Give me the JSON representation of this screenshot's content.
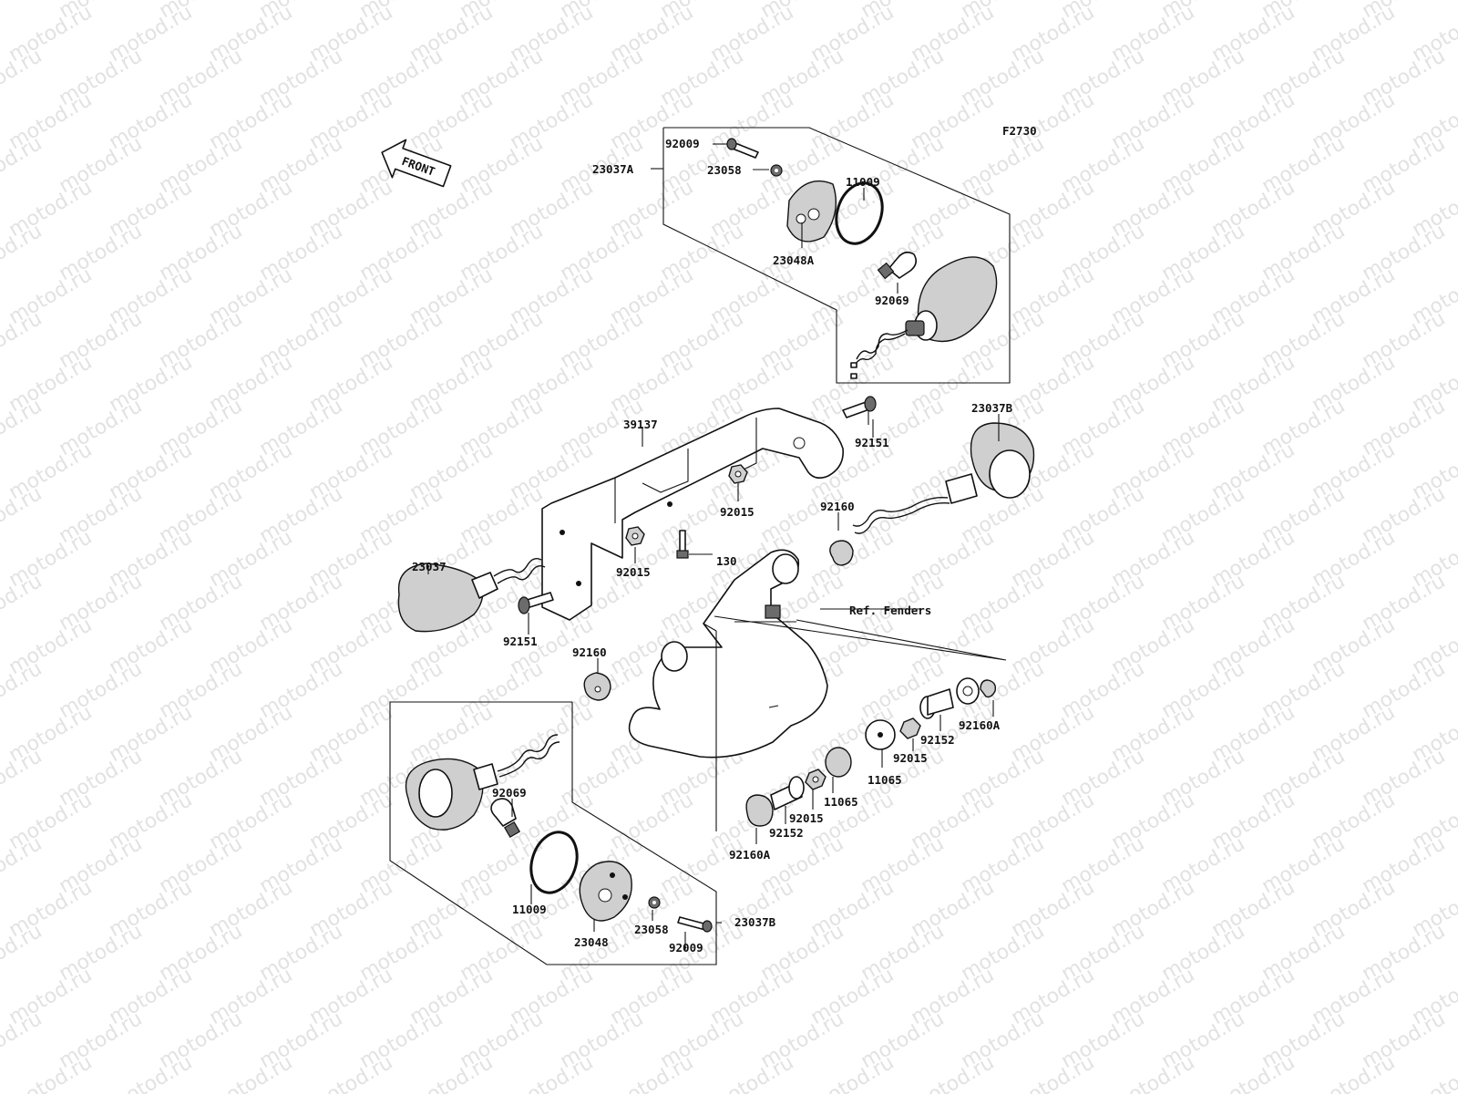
{
  "watermark": "motod.ru",
  "figure_code": "F2730",
  "front_label": "FRONT",
  "reference_label": "Ref. Fenders",
  "parts": {
    "p_92009_top": "92009",
    "p_23037A": "23037A",
    "p_23058_top": "23058",
    "p_11009_top": "11009",
    "p_23048A": "23048A",
    "p_92069_top": "92069",
    "p_39137": "39137",
    "p_92151_right": "92151",
    "p_23037B_right": "23037B",
    "p_92015_mid": "92015",
    "p_92160_upper": "92160",
    "p_23037": "23037",
    "p_92015_left": "92015",
    "p_130": "130",
    "p_92151_left": "92151",
    "p_92160_left": "92160",
    "p_92069_bottom": "92069",
    "p_11009_bottom": "11009",
    "p_23058_bottom": "23058",
    "p_23048": "23048",
    "p_92009_bottom": "92009",
    "p_23037B_bottom": "23037B",
    "p_92160A_bottom": "92160A",
    "p_92152_bottom": "92152",
    "p_92015_lower": "92015",
    "p_11065_lower": "11065",
    "p_11065_upper": "11065",
    "p_92015_right": "92015",
    "p_92152_right": "92152",
    "p_92160A_right": "92160A"
  },
  "colors": {
    "line": "#111111",
    "watermark": "#e2e2e2",
    "background": "#ffffff"
  }
}
